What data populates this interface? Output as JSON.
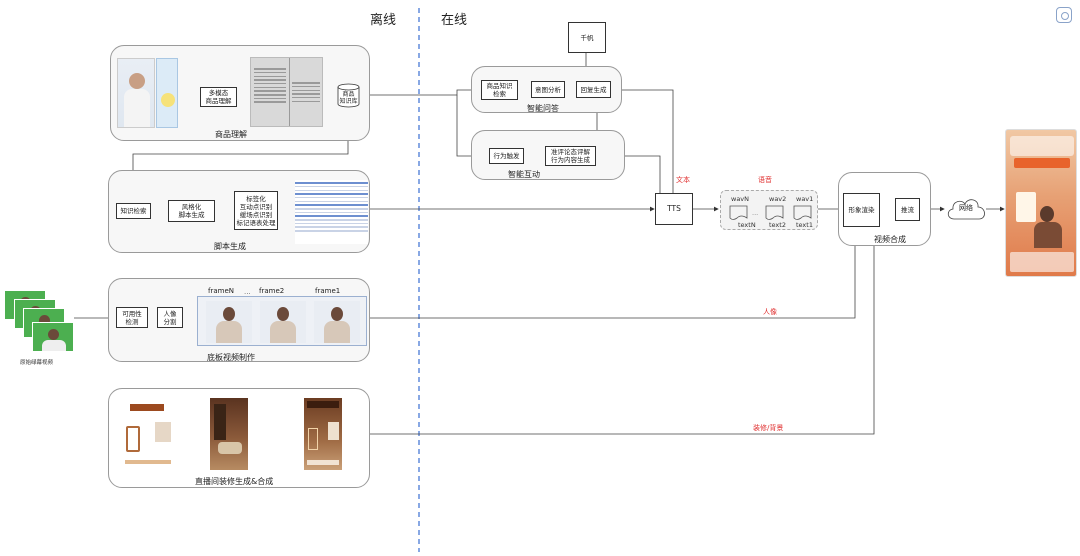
{
  "sections": {
    "offline": "离线",
    "online": "在线"
  },
  "groups": {
    "product": "商品理解",
    "script": "脚本生成",
    "base_video": "底板视频制作",
    "room": "直播间装修生成&合成",
    "qa": "智能问答",
    "interact": "智能互动",
    "compose": "视频合成"
  },
  "boxes": {
    "multimodal": "多模态\n商品理解",
    "kb": "商品\n知识库",
    "knowledge_retrieval": "知识检索",
    "stylize": "风格化\n脚本生成",
    "tagging": "标签化\n互动点识别\n缓场点识别\n标记语表处理",
    "usability": "可用性\n检测",
    "portrait_seg": "人像\n分割",
    "qianfan": "千帆",
    "product_kb_retrieval": "商品知识\n检索",
    "intent": "意图分析",
    "answer_gen": "回复生成",
    "behavior_trigger": "行为触发",
    "dynamic_comment": "准评论态评解\n行为内容生成",
    "tts": "TTS",
    "render": "形象渲染",
    "push": "推流",
    "network": "网络"
  },
  "frames": [
    "frameN",
    "...",
    "frame2",
    "frame1"
  ],
  "audio": {
    "wav_labels": [
      "wavN",
      "wav2",
      "wav1"
    ],
    "text_labels": [
      "textN",
      "text2",
      "text1"
    ],
    "dots": "..."
  },
  "labels": {
    "text": "文本",
    "voice": "语音",
    "portrait": "人像",
    "decor": "装修/背景",
    "green_screen": "原始绿幕视频"
  },
  "colors": {
    "red": "#e03030",
    "divider": "#3a6fd1",
    "green": "#4caf50",
    "orange": "#e8632b"
  }
}
